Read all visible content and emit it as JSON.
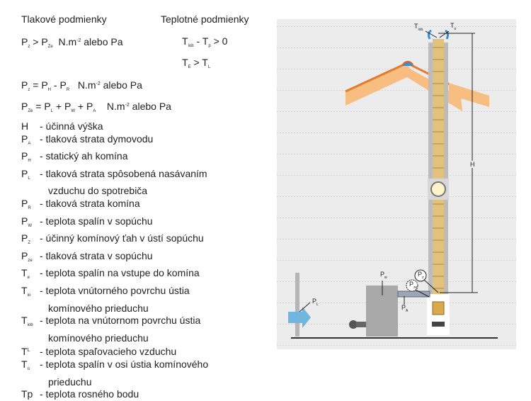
{
  "headings": {
    "pressure": "Tlakové podmienky",
    "temperature": "Teplotné podmienky"
  },
  "formulas": {
    "f1": {
      "a": "P",
      "a_sub": "z",
      "op": " > ",
      "b": "P",
      "b_sub": "Ze",
      "unit": "N.m",
      "exp": "-2",
      "tail": " alebo Pa"
    },
    "f2": {
      "a": "T",
      "a_sub": "iob",
      "op": " - ",
      "b": "T",
      "b_sub": "p",
      "tail": " > 0"
    },
    "f3": {
      "a": "T",
      "a_sub": "E",
      "op": " > ",
      "b": "T",
      "b_sub": "L"
    },
    "f4": {
      "a": "P",
      "a_sub": "z",
      "eq": " = ",
      "b": "P",
      "b_sub": "H",
      "op": " - ",
      "c": "P",
      "c_sub": "R",
      "unit": "N.m",
      "exp": "-2",
      "tail": " alebo Pa"
    },
    "f5": {
      "a": "P",
      "a_sub": "Ze",
      "eq": " = ",
      "b": "P",
      "b_sub": "L",
      "op1": " + ",
      "c": "P",
      "c_sub": "W",
      "op2": " + ",
      "d": "P",
      "d_sub": "A",
      "unit": "N.m",
      "exp": "-2",
      "tail": " alebo Pa"
    }
  },
  "legend": [
    {
      "sym": "H",
      "sub": "",
      "text": "- účinná výška"
    },
    {
      "sym": "P",
      "sub": "A",
      "text": "- tlaková strata dymovodu"
    },
    {
      "sym": "P",
      "sub": "H",
      "text": "- statický  ah komína"
    },
    {
      "sym": "P",
      "sub": "L",
      "text": "- tlaková strata spôsobená nasávaním",
      "cont": "vzduchu  do spotrebiča"
    },
    {
      "sym": "P",
      "sub": "R",
      "text": "- tlaková strata komína"
    },
    {
      "sym": "P",
      "sub": "W",
      "text": "- teplota spalín v sopúchu"
    },
    {
      "sym": "P",
      "sub": "Z",
      "text": "- účinný komínový  ťah v ústí sopúchu"
    },
    {
      "sym": "P",
      "sub": "ze",
      "text": "- tlaková strata v sopúchu"
    },
    {
      "sym": "T",
      "sub": "e",
      "text": "- teplota spalín na vstupe do komína"
    },
    {
      "sym": "T",
      "sub": "io",
      "text": "- teplota vnútorného povrchu ústia",
      "cont": "komínového prieduchu"
    },
    {
      "sym": "T",
      "sub": "iob",
      "text": "- teplota na vnútornom povrchu ústia",
      "cont": "komínového prieduchu"
    },
    {
      "sym": "T",
      "sup": "L",
      "text": "- teplota spaľovacieho vzduchu"
    },
    {
      "sym": "T",
      "sub": "o",
      "text": "- teplota spalín v osi ústia komínového",
      "cont": "prieduchu"
    },
    {
      "sym": "Tp",
      "sub": "",
      "text": "- teplota rosného bodu"
    }
  ],
  "diagram": {
    "labels": {
      "tiob": "T",
      "tiob_sub": "iob",
      "to": "T",
      "to_sub": "o",
      "h": "H",
      "pw": "P",
      "pw_sub": "w",
      "pz": "P",
      "pz_sub": "z",
      "pze": "P",
      "pze_sub": "ze",
      "pa": "P",
      "pa_sub": "A",
      "pl": "P",
      "pl_sub": "L"
    },
    "colors": {
      "chimney": "#e2c27a",
      "roof": "#f7b877",
      "boiler": "#a8a8a8",
      "arrow": "#6fb7de",
      "background": "#ececec"
    }
  }
}
